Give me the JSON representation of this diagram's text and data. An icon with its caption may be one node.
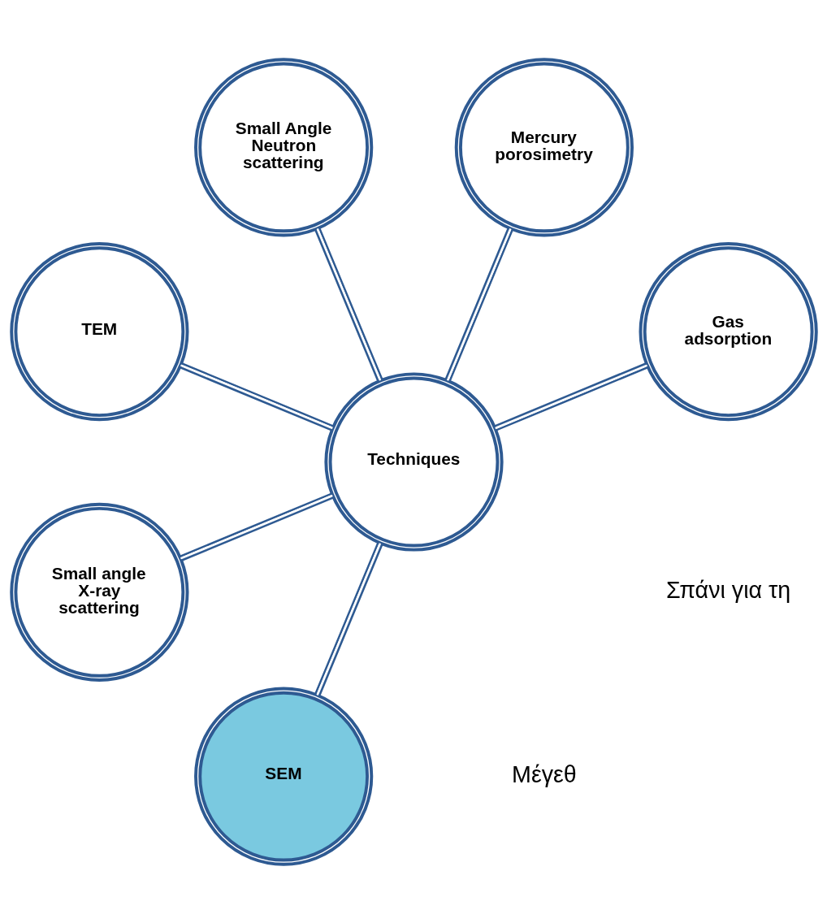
{
  "diagram": {
    "nodes": [
      {
        "text": [
          "Gas adsorption"
        ]
      },
      {
        "text": [
          "Mercury porosimetry"
        ]
      },
      {
        "text": [
          "Small Angle Neutron scattering"
        ]
      },
      {
        "text": [
          "Techniques"
        ]
      },
      {
        "text": [
          "TEM"
        ]
      },
      {
        "text": [
          "Small angle X-ray scattering"
        ]
      },
      {
        "text": [
          "SEM"
        ]
      }
    ],
    "edges": [
      {
        "from": 3,
        "to": 0,
        "arrow": "none"
      },
      {
        "from": 3,
        "to": 1,
        "arrow": "none"
      },
      {
        "from": 3,
        "to": 2,
        "arrow": "none"
      },
      {
        "from": 3,
        "to": 4,
        "arrow": "none"
      },
      {
        "from": 3,
        "to": 5,
        "arrow": "none"
      },
      {
        "from": 3,
        "to": 6,
        "arrow": "none"
      }
    ],
    "labels": [
      "Μέγεθ",
      "Σπάνι για τη"
    ]
  }
}
